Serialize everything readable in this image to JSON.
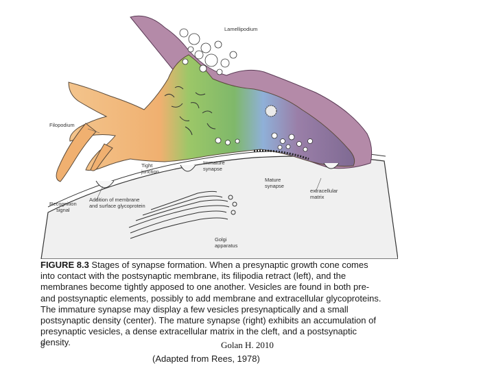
{
  "figure": {
    "labels": {
      "lamellipodium": "Lamellipodium",
      "filopodium": "Filopodium",
      "tight_junction": "Tight\njunction",
      "immature_synapse": "Immature\nsynapse",
      "extracellular_matrix": "extracellular\nmatrix",
      "mature_synapse": "Mature\nsynapse",
      "recognition_signal": "Recognition\nsignal",
      "addition_of_membrane": "Addition of membrane\nand surface glycoprotein",
      "golgi_apparatus": "Golgi\napparatus"
    },
    "colors": {
      "growth_cone_purple": "#9a7fa8",
      "lamellipodium_pink": "#b48aa8",
      "green_region": "#8fbf5a",
      "orange_region": "#f0b070",
      "blue_region": "#8fb0d8",
      "postsynaptic_gray": "#e4e4e4"
    }
  },
  "caption": {
    "figure_number": "FIGURE 8.3",
    "text": " Stages of synapse formation. When a presynaptic growth cone comes into contact with the postsynaptic membrane, its filipodia retract (left), and the membranes become tightly apposed to one another. Vesicles are found in both pre- and postsynaptic elements, possibly to add membrane and extracellular glycoproteins. The immature synapse may display a few vesicles presynaptically and a small postsynaptic density (center). The mature synapse (right) exhibits an accumulation of presynaptic vesicles, a dense extracellular matrix in the cleft, and a postsynaptic density."
  },
  "footer": {
    "slide_number": "8",
    "credit": "Golan H. 2010",
    "adapted": "(Adapted from Rees, 1978)"
  }
}
